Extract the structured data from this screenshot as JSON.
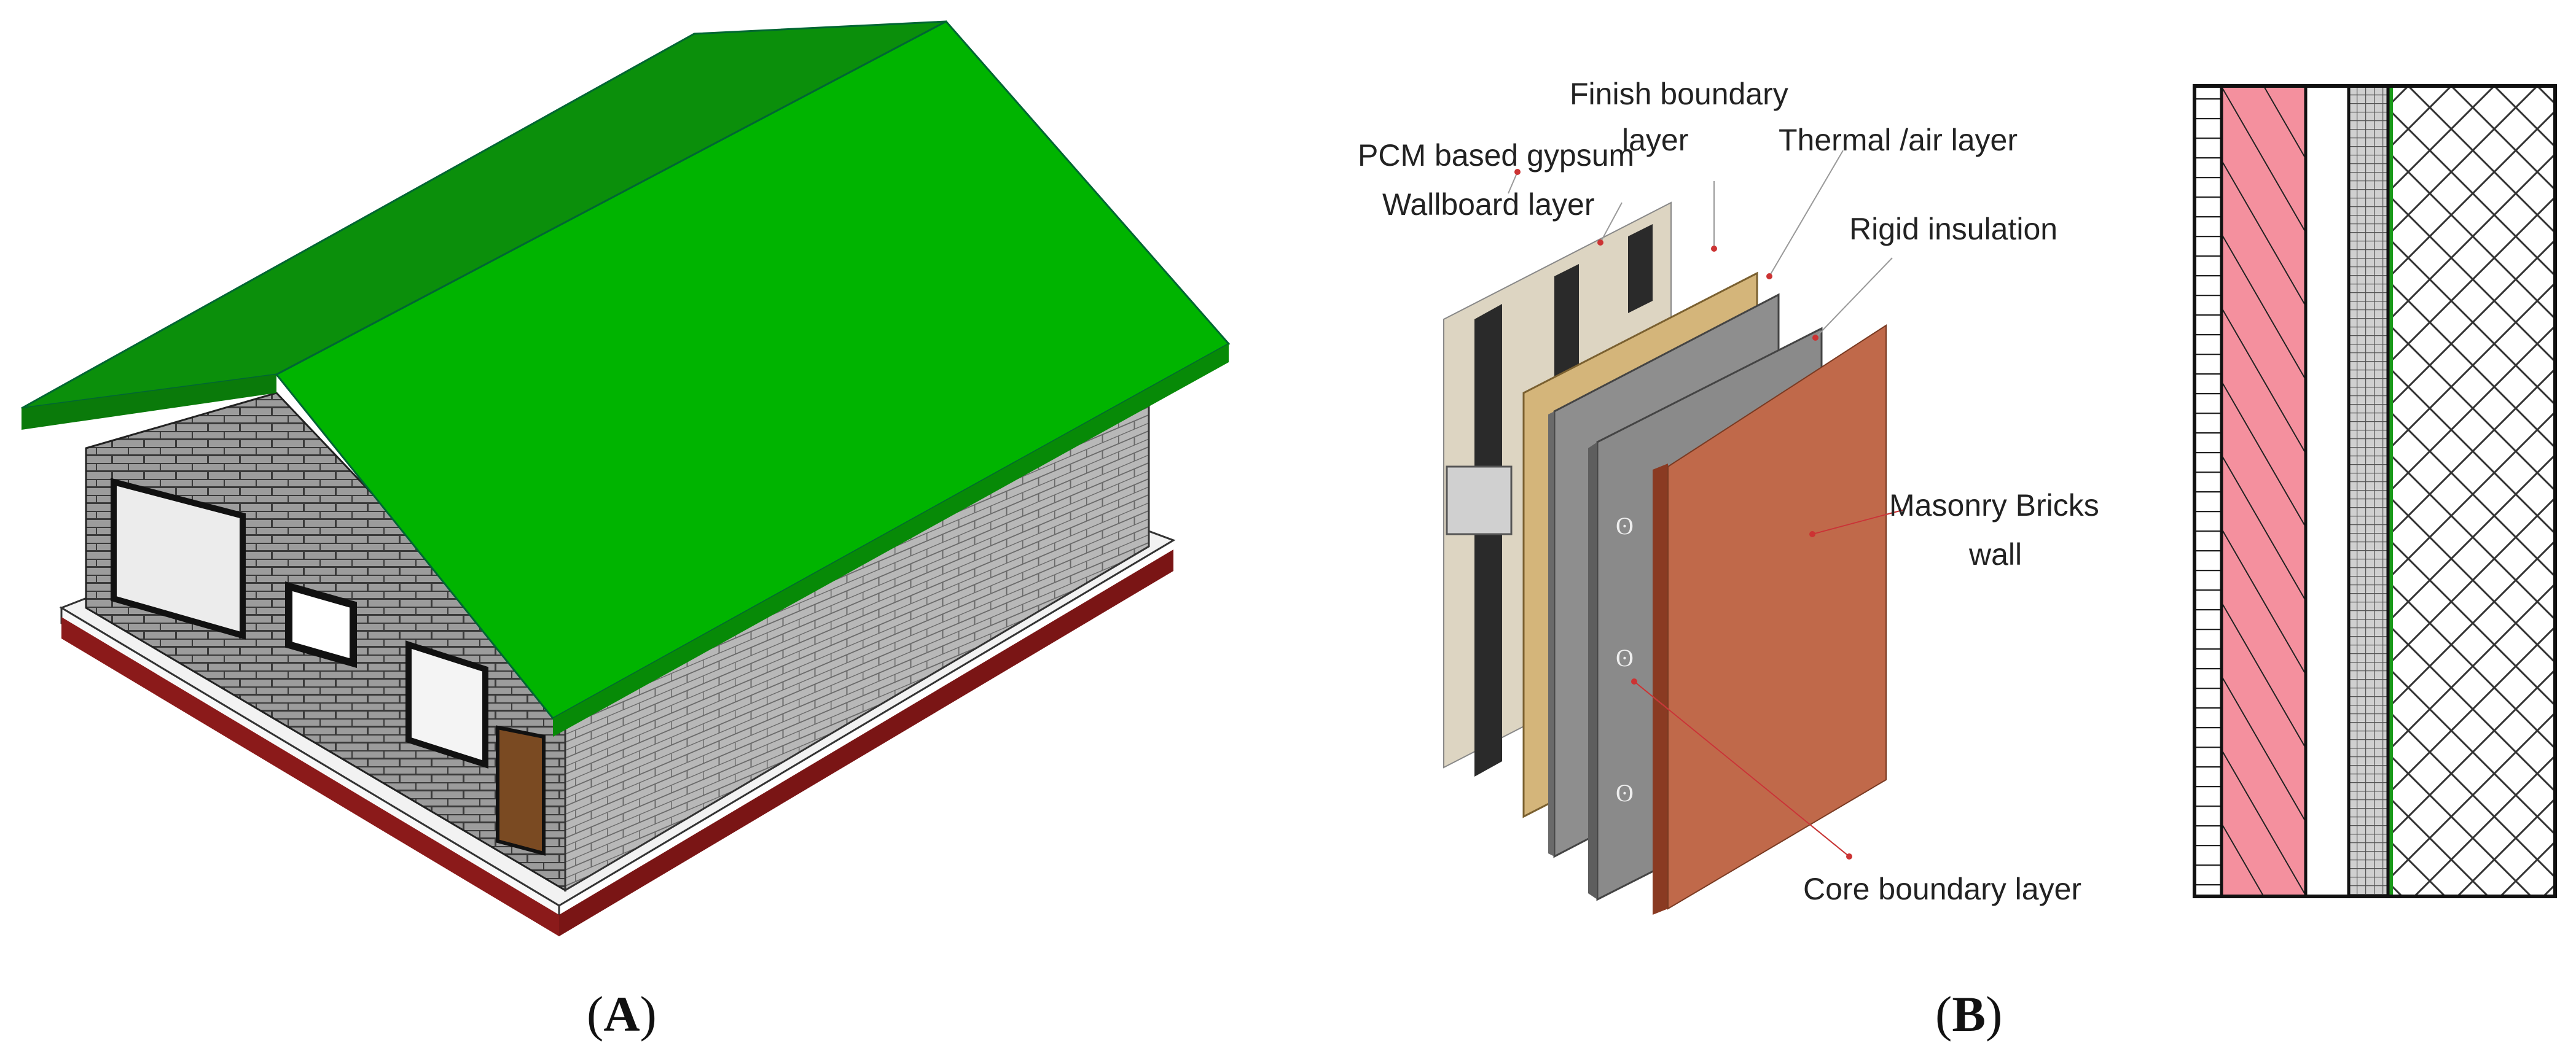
{
  "panels": {
    "a": {
      "label_open": "(",
      "letter": "A",
      "label_close": ")"
    },
    "b": {
      "label_open": "(",
      "letter": "B",
      "label_close": ")"
    }
  },
  "wall_layers": {
    "pcm_line1": "PCM based gypsum",
    "pcm_line2": "Wallboard layer",
    "finish_line1": "Finish boundary",
    "finish_line2": "layer",
    "thermal": "Thermal /air layer",
    "rigid": "Rigid insulation",
    "masonry_line1": "Masonry Bricks",
    "masonry_line2": "wall",
    "core": "Core boundary layer"
  },
  "colors": {
    "roof_light": "#00b800",
    "roof_dark": "#0a8a0a",
    "brick_wall": "#9a9a9a",
    "base_red": "#8b1a1a",
    "door": "#7a4a22",
    "masonry": "#c0694a",
    "finish": "#d4b57a",
    "gypsum": "#ddd5c2",
    "insulation": "#8e8e8e",
    "section_pink": "#f08a9a",
    "section_green": "#1a9a1a"
  }
}
